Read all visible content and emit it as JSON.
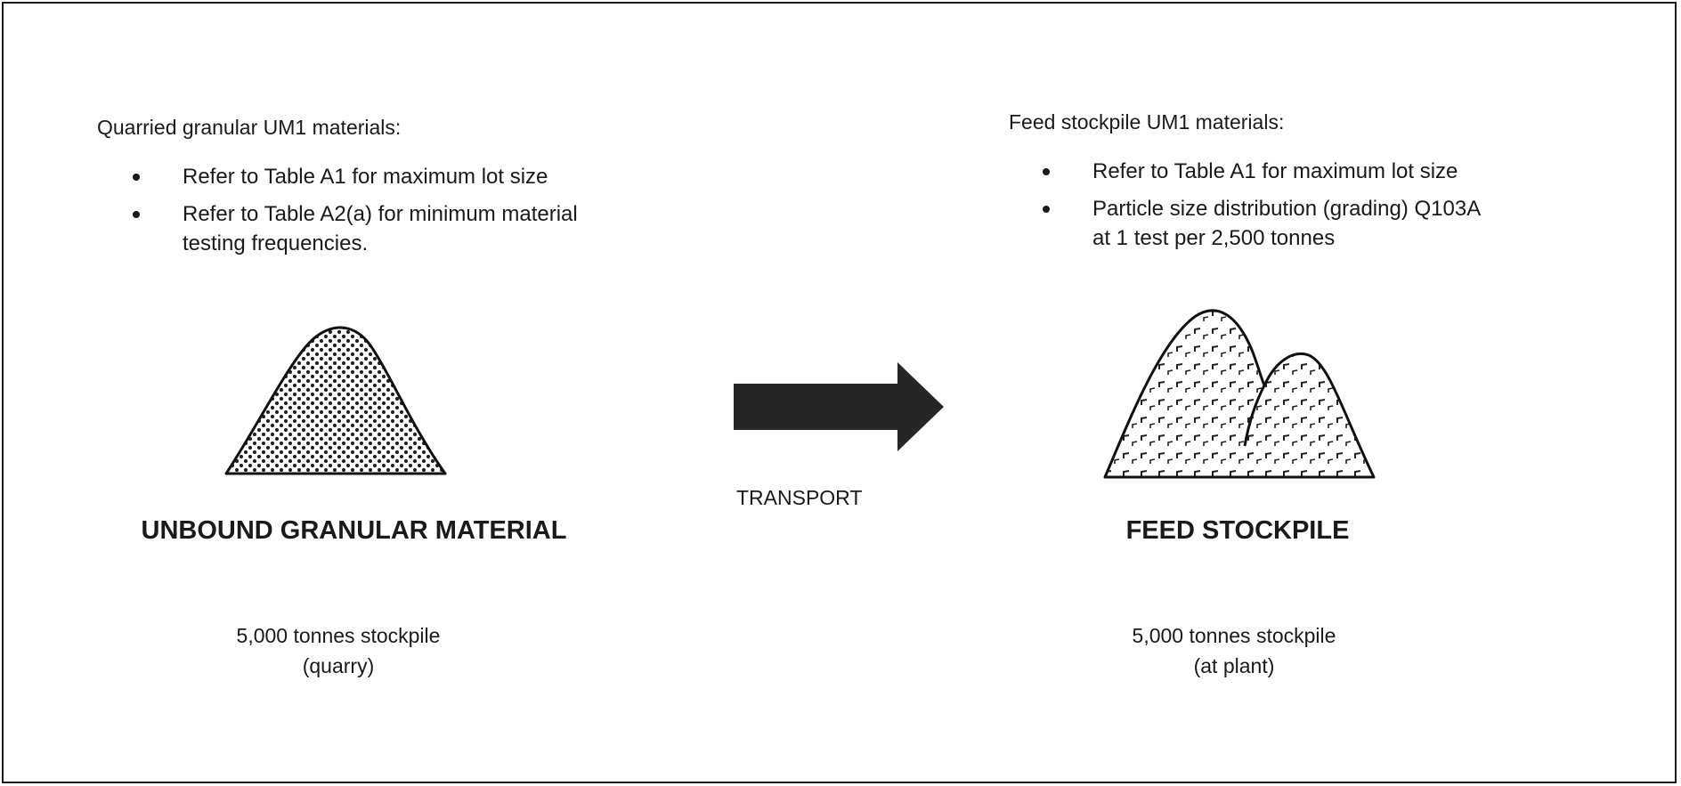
{
  "left": {
    "intro": "Quarried granular UM1 materials:",
    "bullets": [
      {
        "line1": "Refer to Table A1 for maximum lot size",
        "line2": ""
      },
      {
        "line1": "Refer to Table A2(a) for minimum material",
        "line2": "testing frequencies."
      }
    ],
    "title": "UNBOUND GRANULAR MATERIAL",
    "caption_line1": "5,000 tonnes stockpile",
    "caption_line2": "(quarry)"
  },
  "middle": {
    "label": "TRANSPORT",
    "arrow_color": "#262626"
  },
  "right": {
    "intro": "Feed stockpile UM1 materials:",
    "bullets": [
      {
        "line1": "Refer to Table A1 for maximum lot size",
        "line2": ""
      },
      {
        "line1": "Particle size distribution (grading) Q103A",
        "line2": "at 1 test per 2,500 tonnes"
      }
    ],
    "title": "FEED STOCKPILE",
    "caption_line1": "5,000 tonnes stockpile",
    "caption_line2": "(at plant)"
  }
}
